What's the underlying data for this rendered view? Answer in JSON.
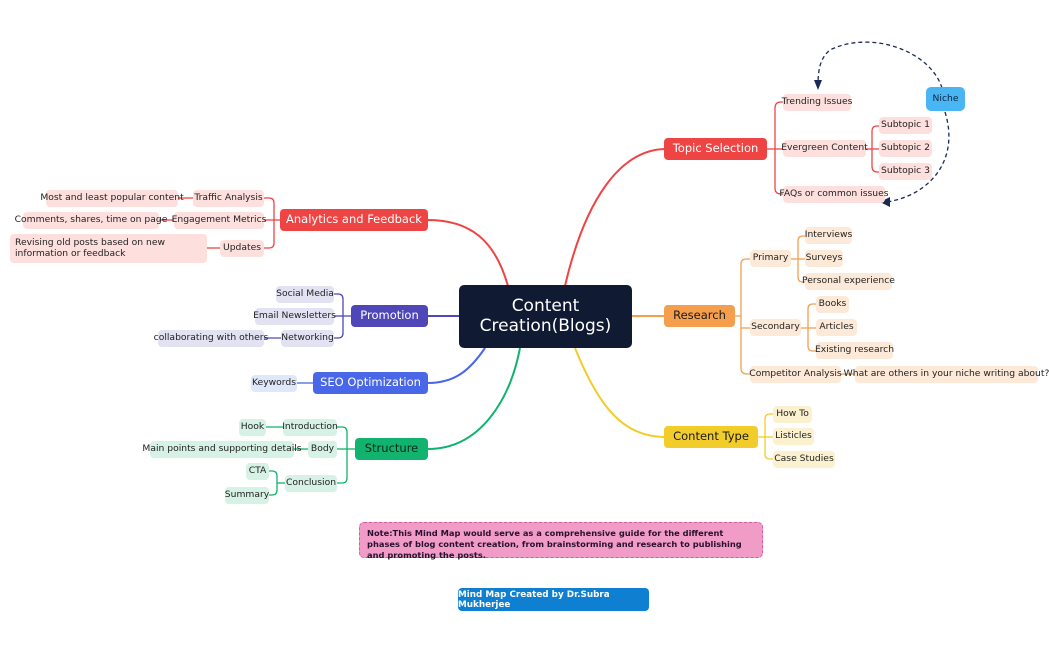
{
  "center": "Content Creation(Blogs)",
  "branches": {
    "topic": {
      "label": "Topic Selection",
      "color": "#ef4444",
      "items": [
        "Trending Issues",
        "Evergreen Content",
        "FAQs or common issues"
      ],
      "subtopics": [
        "Subtopic 1",
        "Subtopic 2",
        "Subtopic 3"
      ],
      "niche": "Niche"
    },
    "research": {
      "label": "Research",
      "color": "#f59e4c",
      "primary": "Primary",
      "primary_items": [
        "Interviews",
        "Surveys",
        "Personal experience"
      ],
      "secondary": "Secondary",
      "secondary_items": [
        "Books",
        "Articles",
        "Existing research"
      ],
      "competitor": "Competitor Analysis",
      "competitor_q": "What are others in your niche writing about?"
    },
    "content_type": {
      "label": "Content Type",
      "color": "#f2cc2b",
      "items": [
        "How To",
        "Listicles",
        "Case Studies"
      ]
    },
    "analytics": {
      "label": "Analytics and Feedback",
      "color": "#ef4444",
      "items": [
        "Traffic Analysis",
        "Engagement Metrics",
        "Updates"
      ],
      "details": [
        "Most and least popular content",
        "Comments, shares, time on page",
        "Revising old posts based on new information or feedback"
      ]
    },
    "promotion": {
      "label": "Promotion",
      "color": "#4f46b8",
      "items": [
        "Social Media",
        "Email Newsletters",
        "Networking"
      ],
      "networking_detail": "collaborating with others"
    },
    "seo": {
      "label": "SEO Optimization",
      "color": "#4a67e8",
      "items": [
        "Keywords"
      ]
    },
    "structure": {
      "label": "Structure",
      "color": "#11b36e",
      "items": [
        "Introduction",
        "Body",
        "Conclusion"
      ],
      "intro_detail": "Hook",
      "body_detail": "Main points and supporting details",
      "conclusion_details": [
        "CTA",
        "Summary"
      ]
    }
  },
  "note": "Note:This Mind Map would serve as a comprehensive guide for the different phases of blog content creation, from brainstorming and research to publishing and promoting the posts.",
  "credit": "Mind Map Created by Dr.Subra Mukherjee"
}
